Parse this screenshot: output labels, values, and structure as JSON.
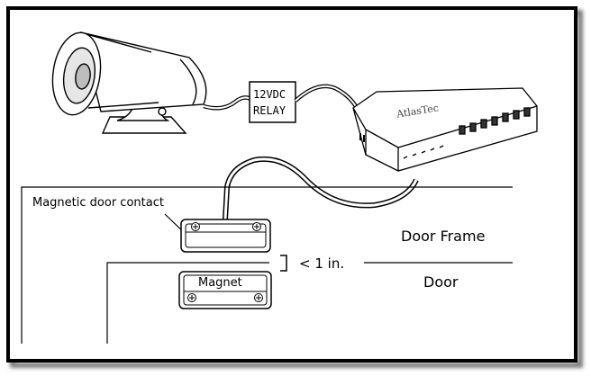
{
  "diagram": {
    "relay": {
      "line1": "12VDC",
      "line2": "RELAY"
    },
    "labels": {
      "contact": "Magnetic door contact",
      "magnet": "Magnet",
      "gap": "< 1 in.",
      "door_frame": "Door Frame",
      "door": "Door"
    },
    "controller_brand": "AtlasTec",
    "colors": {
      "border": "#000000",
      "shadow": "#7a7a7a",
      "line": "#000000",
      "fill": "#ffffff"
    }
  }
}
